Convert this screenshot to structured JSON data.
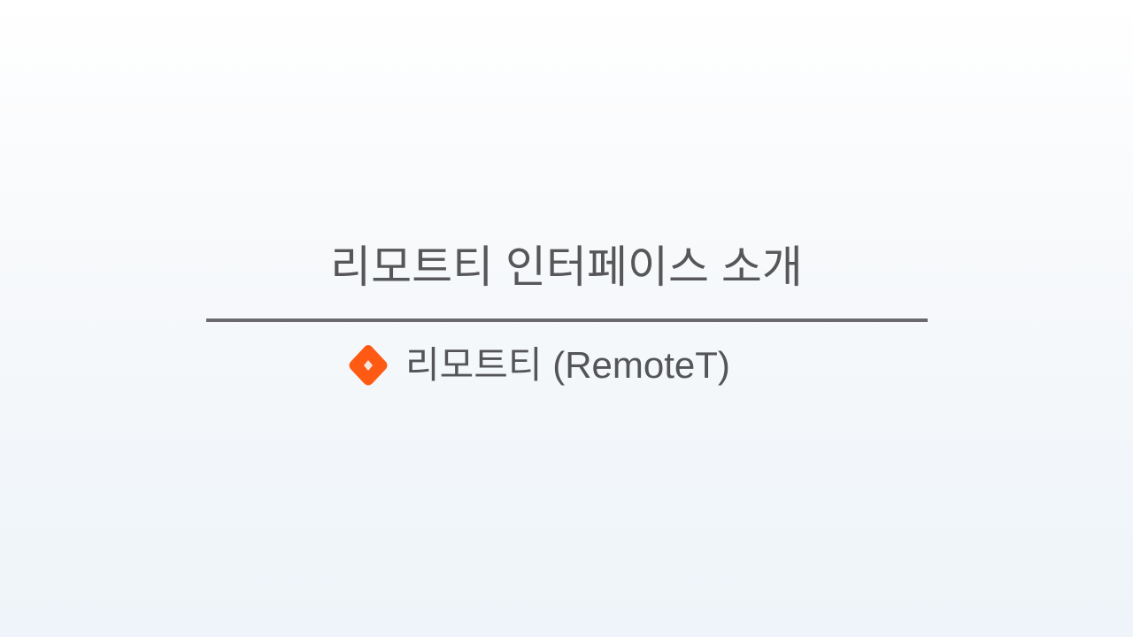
{
  "slide": {
    "title": "리모트티 인터페이스 소개",
    "subtitle": "리모트티 (RemoteT)",
    "logo_icon": "remotet-diamond-logo",
    "accent_color": "#ff5a14"
  }
}
